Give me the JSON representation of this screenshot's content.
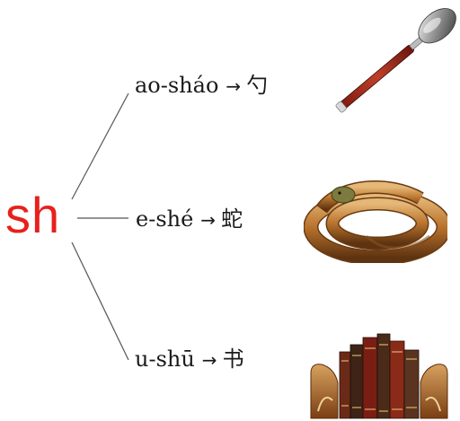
{
  "initial": "sh",
  "rows": [
    {
      "syllable": "ao-sháo",
      "arrow": "→",
      "char": "勺",
      "picture": "spoon-illustration"
    },
    {
      "syllable": "e-shé",
      "arrow": "→",
      "char": "蛇",
      "picture": "snake-illustration"
    },
    {
      "syllable": "u-shū",
      "arrow": "→",
      "char": "书",
      "picture": "books-illustration"
    }
  ],
  "colors": {
    "initial": "#e8201c",
    "text": "#1a1a1a",
    "line": "#555555"
  }
}
